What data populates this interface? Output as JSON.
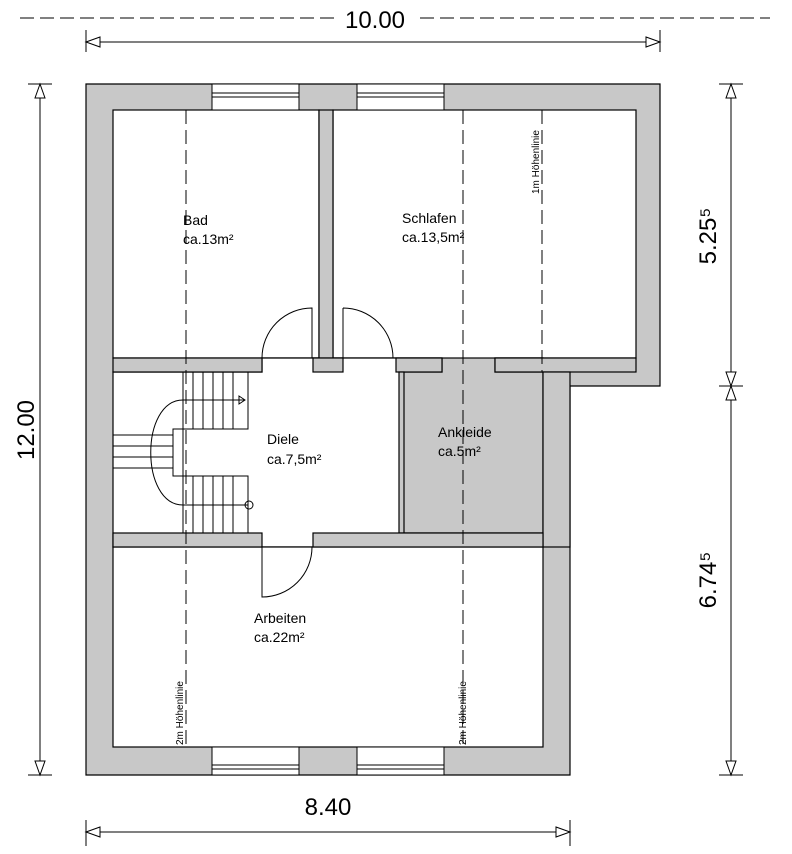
{
  "dimensions": {
    "top_width": "10.00",
    "bottom_width": "8.40",
    "left_height": "12.00",
    "right_upper": "5.25⁵",
    "right_lower": "6.74⁵"
  },
  "rooms": {
    "bad": {
      "name": "Bad",
      "area": "ca.13m²"
    },
    "schlafen": {
      "name": "Schlafen",
      "area": "ca.13,5m²"
    },
    "diele": {
      "name": "Diele",
      "area": "ca.7,5m²"
    },
    "ankleide": {
      "name": "Ankleide",
      "area": "ca.5m²"
    },
    "arbeiten": {
      "name": "Arbeiten",
      "area": "ca.22m²"
    }
  },
  "height_lines": {
    "one_meter": "1m Höhenlinie",
    "two_meter_left": "2m Höhenlinie",
    "two_meter_right": "2m Höhenlinie"
  },
  "colors": {
    "wall": "#c8c8c8",
    "line": "#000000",
    "background": "#ffffff"
  }
}
